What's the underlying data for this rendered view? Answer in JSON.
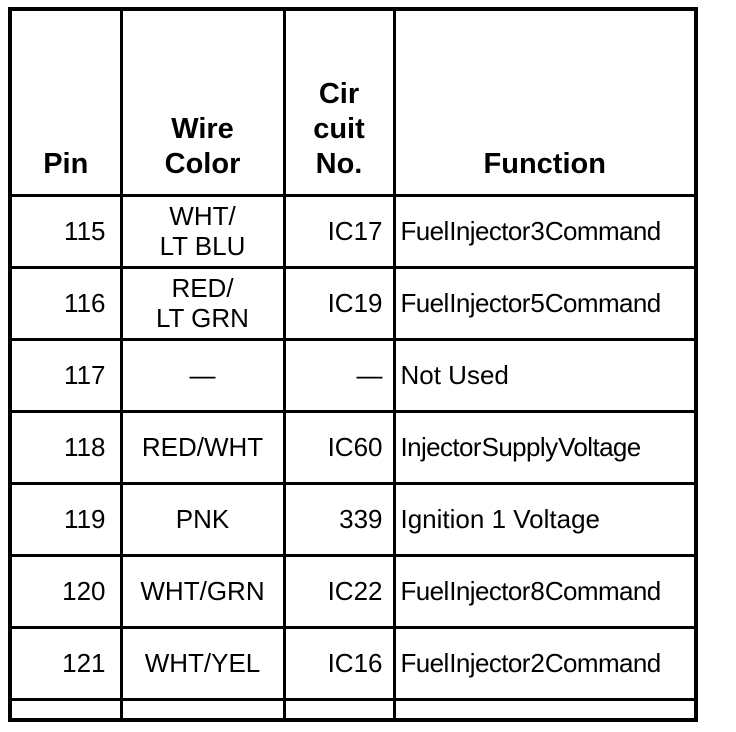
{
  "table": {
    "headers": [
      {
        "key": "pin",
        "label": "Pin"
      },
      {
        "key": "wire_color",
        "label": "Wire\nColor"
      },
      {
        "key": "circuit_no",
        "label": "Cir\ncuit\nNo."
      },
      {
        "key": "function",
        "label": "Function"
      }
    ],
    "rows": [
      {
        "pin": "115",
        "wire_color": "WHT/\nLT BLU",
        "circuit_no": "IC17",
        "function": "Fuel Injector 3 Command"
      },
      {
        "pin": "116",
        "wire_color": "RED/\nLT GRN",
        "circuit_no": "IC19",
        "function": "Fuel Injector 5 Command"
      },
      {
        "pin": "117",
        "wire_color": "—",
        "circuit_no": "—",
        "function": "Not Used"
      },
      {
        "pin": "118",
        "wire_color": "RED/WHT",
        "circuit_no": "IC60",
        "function": "Injector Supply Voltage"
      },
      {
        "pin": "119",
        "wire_color": "PNK",
        "circuit_no": "339",
        "function": "Ignition 1 Voltage"
      },
      {
        "pin": "120",
        "wire_color": "WHT/GRN",
        "circuit_no": "IC22",
        "function": "Fuel Injector 8 Command"
      },
      {
        "pin": "121",
        "wire_color": "WHT/YEL",
        "circuit_no": "IC16",
        "function": "Fuel Injector 2 Command"
      }
    ],
    "colors": {
      "border": "#000000",
      "background": "#ffffff",
      "text": "#000000"
    }
  }
}
